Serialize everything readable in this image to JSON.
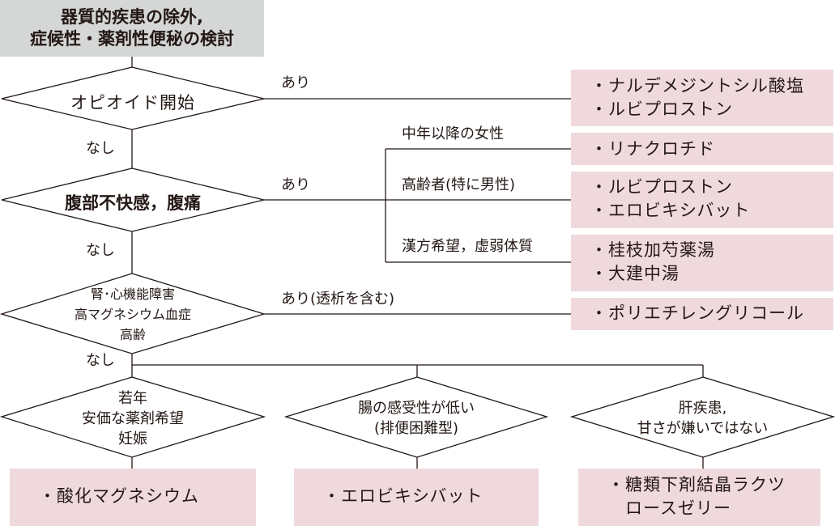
{
  "title": {
    "lines": [
      "器質的疾患の除外,",
      "症候性・薬剤性便秘の検討"
    ],
    "fill": "#d5d6d6"
  },
  "colors": {
    "line": "#231815",
    "result_box": "#f0d9dc",
    "start_box": "#d5d6d6"
  },
  "decisions": {
    "opioid": {
      "text": "オピオイド開始",
      "yes_label": "あり",
      "no_label": "なし"
    },
    "abdominal": {
      "text": "腹部不快感，腹痛",
      "yes_label": "あり",
      "no_label": "なし"
    },
    "renal": {
      "lines": [
        "腎･心機能障害",
        "高マグネシウム血症",
        "高齢"
      ],
      "yes_label": "あり(透析を含む)",
      "no_label": "なし"
    }
  },
  "subgroups": [
    {
      "label": "中年以降の女性"
    },
    {
      "label": "高齢者(特に男性)"
    },
    {
      "label": "漢方希望，虚弱体質"
    }
  ],
  "right_results": {
    "opioid": [
      "・ナルデメジントシル酸塩",
      "・ルビプロストン"
    ],
    "women": [
      "・リナクロチド"
    ],
    "elderly": [
      "・ルビプロストン",
      "・エロビキシバット"
    ],
    "kampo": [
      "・桂枝加芍薬湯",
      "・大建中湯"
    ],
    "renal": [
      "・ポリエチレングリコール"
    ]
  },
  "bottom_decisions": [
    {
      "lines": [
        "若年",
        "安価な薬剤希望",
        "妊娠"
      ]
    },
    {
      "lines": [
        "腸の感受性が低い",
        "(排便困難型)"
      ]
    },
    {
      "lines": [
        "肝疾患,",
        "甘さが嫌いではない"
      ]
    }
  ],
  "bottom_results": [
    {
      "lines": [
        "・酸化マグネシウム"
      ]
    },
    {
      "lines": [
        "・エロビキシバット"
      ]
    },
    {
      "lines": [
        "・糖類下剤結晶ラクツ",
        "　ロースゼリー"
      ]
    }
  ]
}
